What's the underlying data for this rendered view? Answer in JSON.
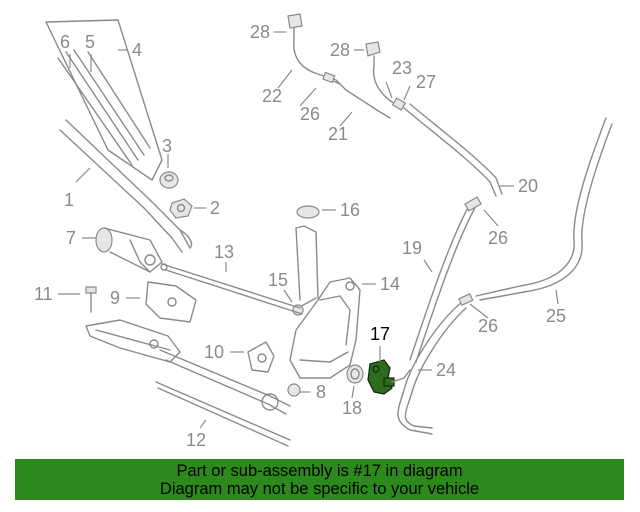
{
  "callouts": {
    "c1": "1",
    "c2": "2",
    "c3": "3",
    "c4": "4",
    "c5": "5",
    "c6": "6",
    "c7": "7",
    "c8": "8",
    "c9": "9",
    "c10": "10",
    "c11": "11",
    "c12": "12",
    "c13": "13",
    "c14": "14",
    "c15": "15",
    "c16": "16",
    "c17": "17",
    "c18": "18",
    "c19": "19",
    "c20": "20",
    "c21": "21",
    "c22": "22",
    "c23": "23",
    "c24": "24",
    "c25": "25",
    "c26a": "26",
    "c26b": "26",
    "c26c": "26",
    "c27": "27",
    "c28a": "28",
    "c28b": "28"
  },
  "highlighted_part": "17",
  "banner": {
    "line1": "Part or sub-assembly is #17 in diagram",
    "line2": "Diagram may not be specific to your vehicle"
  },
  "colors": {
    "banner_bg": "#2b8a1b",
    "highlight_part": "#2e6b1e",
    "line_art": "#8a8a8a"
  }
}
